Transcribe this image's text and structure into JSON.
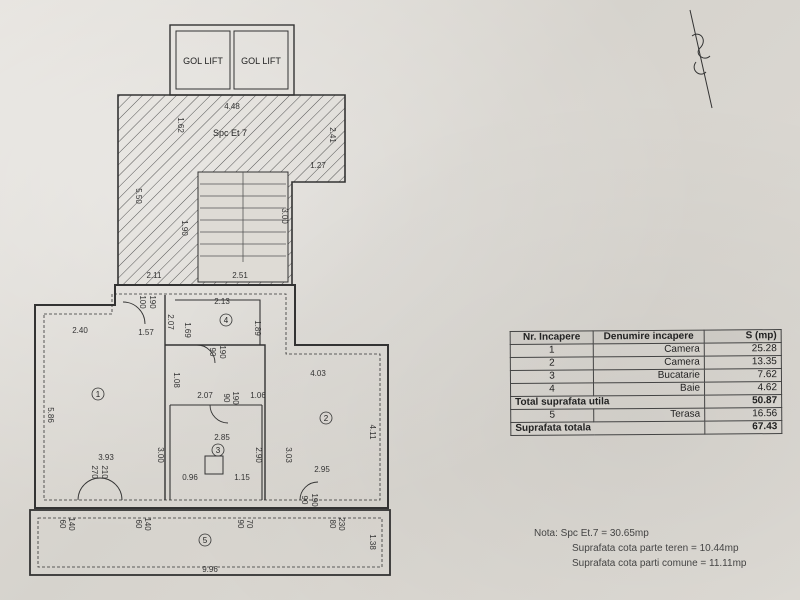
{
  "plan": {
    "elevator_left": "GOL LIFT",
    "elevator_right": "GOL LIFT",
    "staircase_label": "Spc Et 7",
    "room_numbers": [
      "1",
      "2",
      "3",
      "4",
      "5"
    ],
    "dimensions": {
      "top_width": "4.48",
      "stair_left": "1.62",
      "stair_right": "2.41",
      "stair_right_small": "1.27",
      "stair_side": "5.50",
      "stair_inner": "1.90",
      "stair_inner_right": "3.00",
      "bottom_left": "2.11",
      "bottom_right": "2.51",
      "door_a": "100",
      "door_a2": "190",
      "room1_top": "2.40",
      "room1_top2": "1.57",
      "room4_top": "2.13",
      "room4_left": "2.07",
      "room4_h": "1.69",
      "room4_right": "1.89",
      "door_b": "90",
      "door_b2": "190",
      "room1_height": "5.86",
      "room2_top": "4.03",
      "room2_height": "4.11",
      "hall_left": "1.08",
      "hall_top": "2.07",
      "hall_top2": "1.06",
      "door_c": "90",
      "door_c2": "190",
      "room3_top": "2.85",
      "room3_left": "3.00",
      "room3_right": "2.90",
      "room3_right2": "3.03",
      "room3_bottom_left": "0.96",
      "room3_bottom": "1.15",
      "room1_bottom": "3.93",
      "room2_bottom": "2.95",
      "door_d": "270",
      "door_d2": "210",
      "door_e": "90",
      "door_e2": "190",
      "terrace_d1": "60",
      "terrace_d1b": "140",
      "terrace_d2": "60",
      "terrace_d2b": "140",
      "terrace_d3": "90",
      "terrace_d3b": "70",
      "terrace_d4": "80",
      "terrace_d4b": "230",
      "terrace_height": "1.38",
      "terrace_width": "9.96"
    }
  },
  "table": {
    "headers": [
      "Nr. Incapere",
      "Denumire incapere",
      "S (mp)"
    ],
    "rows": [
      {
        "nr": "1",
        "name": "Camera",
        "s": "25.28"
      },
      {
        "nr": "2",
        "name": "Camera",
        "s": "13.35"
      },
      {
        "nr": "3",
        "name": "Bucatarie",
        "s": "7.62"
      },
      {
        "nr": "4",
        "name": "Baie",
        "s": "4.62"
      }
    ],
    "total_utila_label": "Total suprafata utila",
    "total_utila_value": "50.87",
    "terasa_nr": "5",
    "terasa_name": "Terasa",
    "terasa_value": "16.56",
    "total_label": "Suprafata totala",
    "total_value": "67.43"
  },
  "notes": {
    "line1": "Nota: Spc Et.7 = 30.65mp",
    "line2": "Suprafata cota parte teren = 10.44mp",
    "line3": "Suprafata cota parti comune = 11.11mp"
  }
}
